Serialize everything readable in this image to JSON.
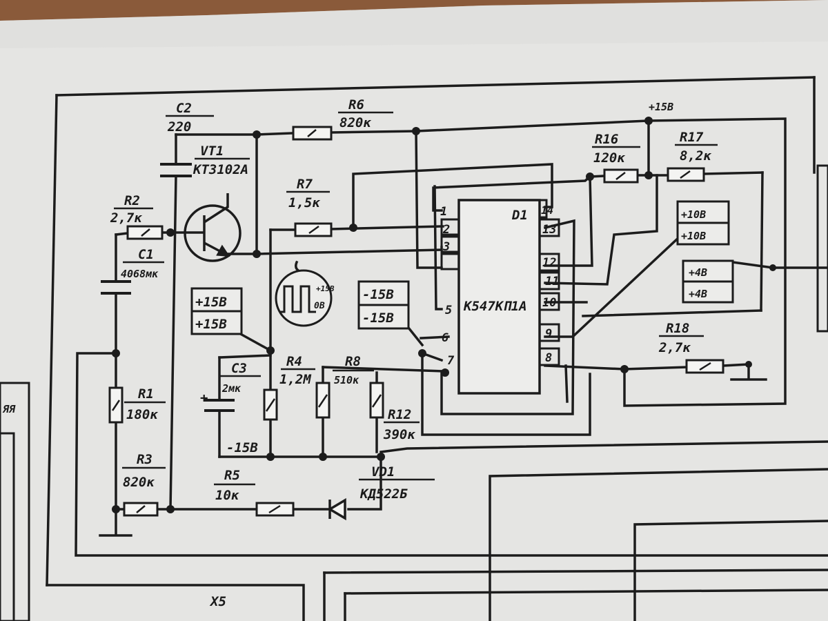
{
  "colors": {
    "paper": "#e6e6e4",
    "ink": "#1c1c1c",
    "background": "#8a5a3a"
  },
  "components": {
    "c2": {
      "ref": "C2",
      "value": "220"
    },
    "r6": {
      "ref": "R6",
      "value": "820к"
    },
    "vt1": {
      "ref": "VT1",
      "value": "КТ3102А"
    },
    "r2": {
      "ref": "R2",
      "value": "2,7к"
    },
    "c1": {
      "ref": "C1",
      "value": "4068мк"
    },
    "r7": {
      "ref": "R7",
      "value": "1,5к"
    },
    "r16": {
      "ref": "R16",
      "value": "120к"
    },
    "r17": {
      "ref": "R17",
      "value": "8,2к"
    },
    "d1": {
      "ref": "D1",
      "value": "К547КП1А"
    },
    "r1": {
      "ref": "R1",
      "value": "180к"
    },
    "r3": {
      "ref": "R3",
      "value": "820к"
    },
    "c3": {
      "ref": "C3",
      "value": "2мк"
    },
    "r4": {
      "ref": "R4",
      "value": "1,2М"
    },
    "r8": {
      "ref": "R8",
      "value": "510к"
    },
    "r12": {
      "ref": "R12",
      "value": "390к"
    },
    "r5": {
      "ref": "R5",
      "value": "10к"
    },
    "vd1": {
      "ref": "VD1",
      "value": "КД522Б"
    },
    "r18": {
      "ref": "R18",
      "value": "2,7к"
    }
  },
  "ic_pins": {
    "left": [
      "1",
      "2",
      "3",
      "5",
      "6",
      "7"
    ],
    "right": [
      "14",
      "13",
      "12",
      "11",
      "10",
      "9",
      "8"
    ]
  },
  "voltage_labels": {
    "top_supply": "+15В",
    "box_left": [
      "+15В",
      "+15В"
    ],
    "box_mid": [
      "-15В",
      "-15В"
    ],
    "box_right_top": [
      "+10В",
      "+10В"
    ],
    "box_right_mid": [
      "+4В",
      "+4В"
    ],
    "neg_rail": "-15В"
  },
  "waveform": {
    "high": "+15В",
    "low": "0В"
  },
  "connector": "Х5",
  "edge_text": "ЯЯ"
}
